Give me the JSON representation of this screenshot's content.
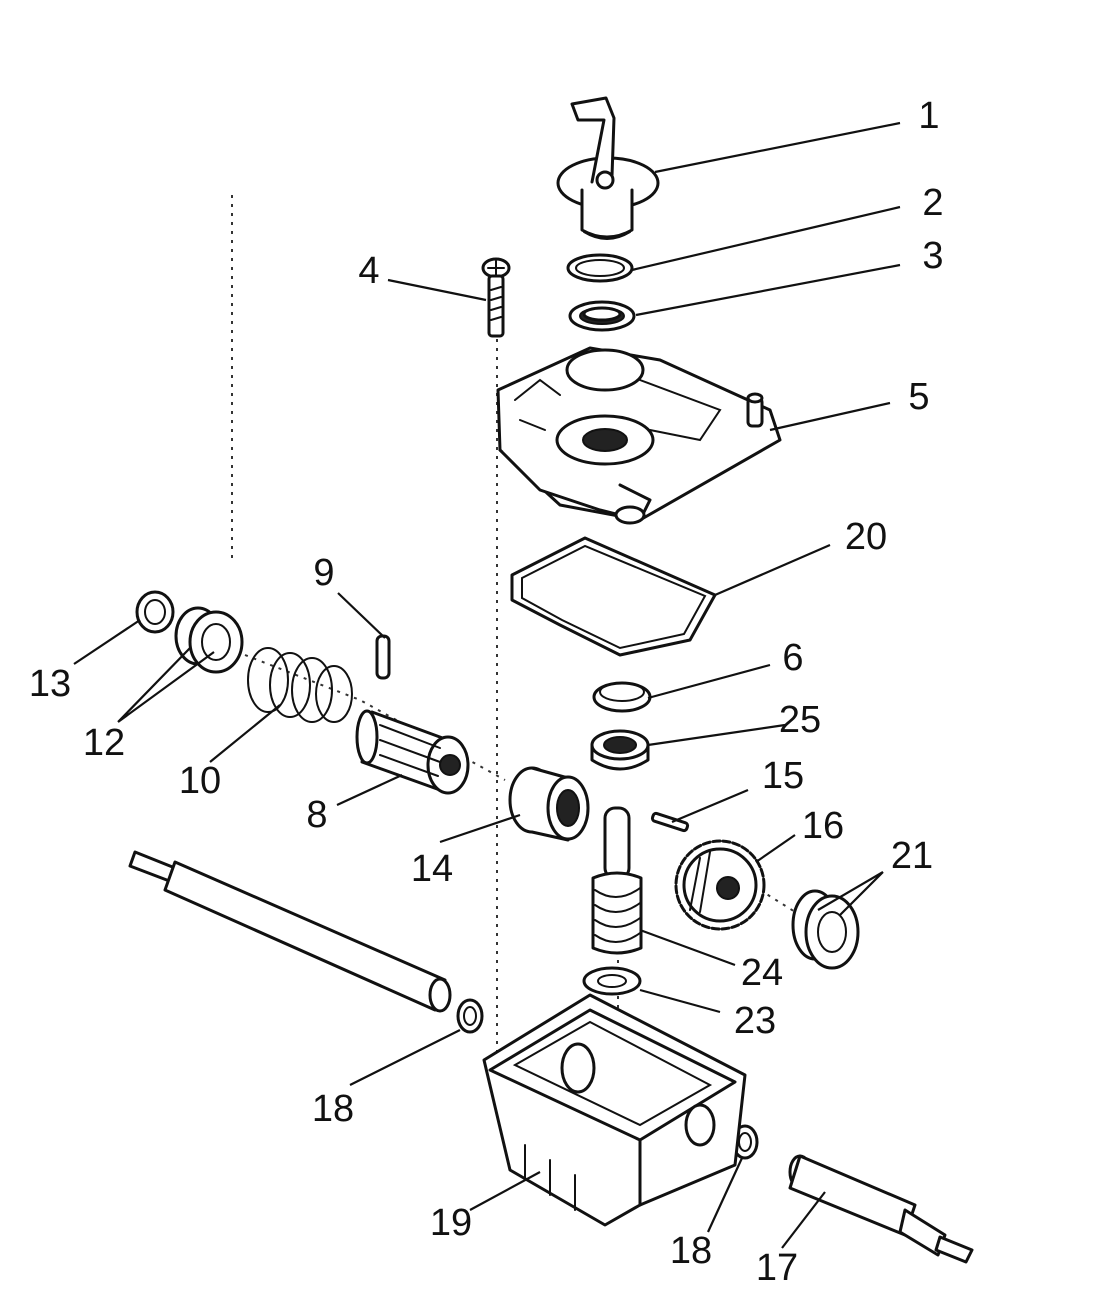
{
  "callouts": [
    {
      "id": "1",
      "label": "1"
    },
    {
      "id": "2",
      "label": "2"
    },
    {
      "id": "3",
      "label": "3"
    },
    {
      "id": "4",
      "label": "4"
    },
    {
      "id": "5",
      "label": "5"
    },
    {
      "id": "20",
      "label": "20"
    },
    {
      "id": "9",
      "label": "9"
    },
    {
      "id": "6",
      "label": "6"
    },
    {
      "id": "25",
      "label": "25"
    },
    {
      "id": "13",
      "label": "13"
    },
    {
      "id": "12",
      "label": "12"
    },
    {
      "id": "10",
      "label": "10"
    },
    {
      "id": "8",
      "label": "8"
    },
    {
      "id": "15",
      "label": "15"
    },
    {
      "id": "16",
      "label": "16"
    },
    {
      "id": "14",
      "label": "14"
    },
    {
      "id": "21",
      "label": "21"
    },
    {
      "id": "24",
      "label": "24"
    },
    {
      "id": "23",
      "label": "23"
    },
    {
      "id": "18a",
      "label": "18"
    },
    {
      "id": "18b",
      "label": "18"
    },
    {
      "id": "19",
      "label": "19"
    },
    {
      "id": "17",
      "label": "17"
    }
  ],
  "colors": {
    "line": "#111111",
    "background": "#ffffff"
  }
}
